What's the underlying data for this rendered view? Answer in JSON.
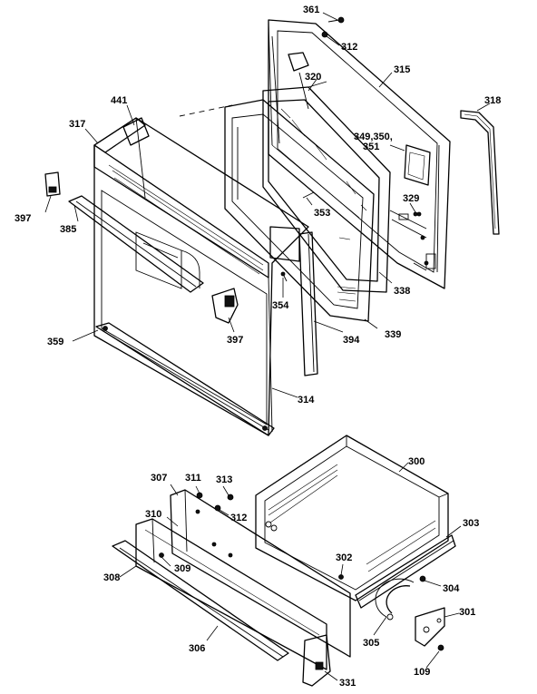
{
  "callouts": {
    "p361": "361",
    "p312a": "312",
    "p315": "315",
    "p320": "320",
    "p318": "318",
    "p441": "441",
    "p317": "317",
    "p349": "349,350,",
    "p351": "351",
    "p329": "329",
    "p397a": "397",
    "p353": "353",
    "p385": "385",
    "p354": "354",
    "p338": "338",
    "p397b": "397",
    "p339": "339",
    "p394": "394",
    "p359": "359",
    "p314": "314",
    "p300": "300",
    "p307": "307",
    "p311": "311",
    "p313": "313",
    "p312b": "312",
    "p310": "310",
    "p303": "303",
    "p302": "302",
    "p308": "308",
    "p309": "309",
    "p304": "304",
    "p301": "301",
    "p305": "305",
    "p306": "306",
    "p109": "109",
    "p331": "331"
  }
}
